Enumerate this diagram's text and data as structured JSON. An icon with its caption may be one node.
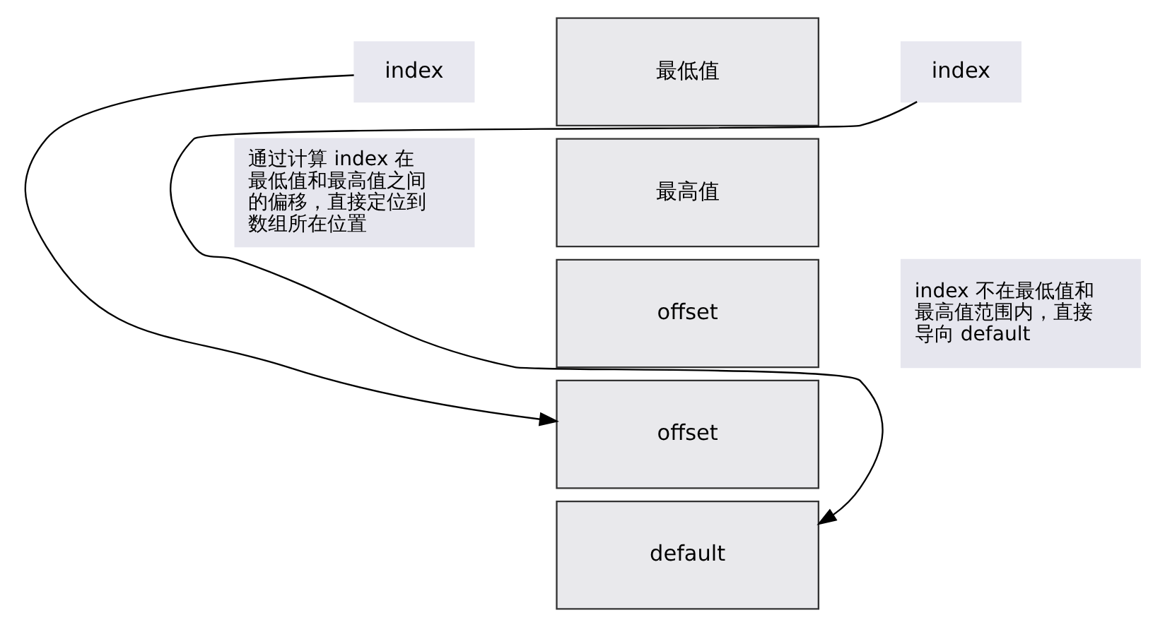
{
  "diagram": {
    "nodes": [
      {
        "text": [
          "index"
        ]
      },
      {
        "text": [
          "index"
        ]
      },
      {
        "text": [
          "通过计算 index 在最低值和最高值之间的偏移，直接定位到数组所在位置"
        ]
      },
      {
        "text": [
          "最低值"
        ]
      },
      {
        "text": [
          "最高值"
        ]
      },
      {
        "text": [
          "offset"
        ]
      },
      {
        "text": [
          "offset"
        ]
      },
      {
        "text": [
          "default"
        ]
      },
      {
        "text": [
          "index 不在最低值和最高值范围内，直接导向 default"
        ]
      }
    ],
    "edges": [
      {
        "from": 0,
        "to": 5,
        "arrow": "to"
      },
      {
        "from": 1,
        "to": 7,
        "arrow": "to"
      }
    ]
  }
}
